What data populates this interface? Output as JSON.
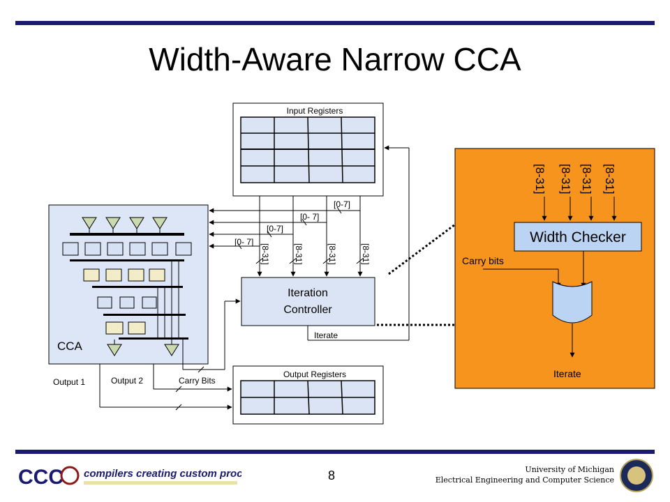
{
  "slide": {
    "title": "Width-Aware Narrow CCA",
    "page_number": "8"
  },
  "diagram": {
    "input_registers": "Input Registers",
    "output_registers": "Output Registers",
    "controller_line1": "Iteration",
    "controller_line2": "Controller",
    "iterate": "Iterate",
    "cca": "CCA",
    "output1": "Output 1",
    "output2": "Output 2",
    "carry_bits": "Carry Bits",
    "narrow_labels": [
      "[0-7]",
      "[0- 7]",
      "[0-7]",
      "[0- 7]"
    ],
    "wide_labels": [
      "[8-31]",
      "[8-31]",
      "[8-31]",
      "[8-31]"
    ]
  },
  "zoom_panel": {
    "width_checker": "Width Checker",
    "carry_bits": "Carry bits",
    "iterate": "Iterate",
    "inputs": [
      "[8-31]",
      "[8-31]",
      "[8-31]",
      "[8-31]"
    ],
    "panel_color": "#f7941d",
    "checker_color": "#bcd4f4"
  },
  "footer": {
    "logo_text": "CCC",
    "tagline": "compilers creating custom processors",
    "university": "University of Michigan",
    "department": "Electrical Engineering and Computer Science",
    "rule_color": "#1a1a6e"
  }
}
